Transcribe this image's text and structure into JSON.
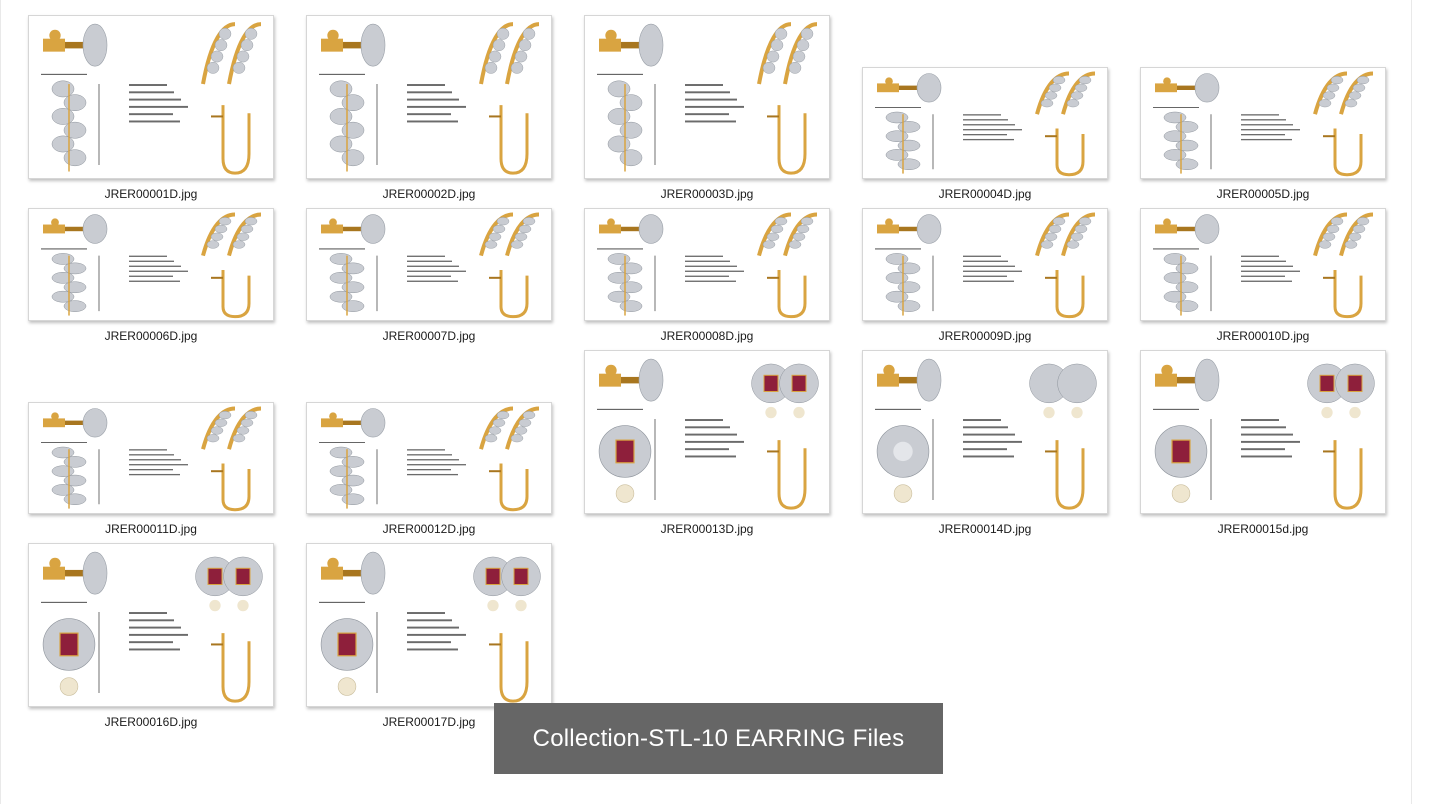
{
  "gallery": {
    "files": [
      {
        "name": "JRER00001D.jpg",
        "variant": "leaf"
      },
      {
        "name": "JRER00002D.jpg",
        "variant": "leaf"
      },
      {
        "name": "JRER00003D.jpg",
        "variant": "leaf"
      },
      {
        "name": "JRER00004D.jpg",
        "variant": "leaf"
      },
      {
        "name": "JRER00005D.jpg",
        "variant": "leaf"
      },
      {
        "name": "JRER00006D.jpg",
        "variant": "leaf"
      },
      {
        "name": "JRER00007D.jpg",
        "variant": "leaf"
      },
      {
        "name": "JRER00008D.jpg",
        "variant": "leaf"
      },
      {
        "name": "JRER00009D.jpg",
        "variant": "leaf"
      },
      {
        "name": "JRER00010D.jpg",
        "variant": "leaf"
      },
      {
        "name": "JRER00011D.jpg",
        "variant": "leaf"
      },
      {
        "name": "JRER00012D.jpg",
        "variant": "leaf"
      },
      {
        "name": "JRER00013D.jpg",
        "variant": "ruby-drop"
      },
      {
        "name": "JRER00014D.jpg",
        "variant": "pearl-drop"
      },
      {
        "name": "JRER00015d.jpg",
        "variant": "ruby-drop"
      },
      {
        "name": "JRER00016D.jpg",
        "variant": "ruby-drop"
      },
      {
        "name": "JRER00017D.jpg",
        "variant": "ruby-drop"
      }
    ]
  },
  "banner": {
    "text": "Collection-STL-10 EARRING Files"
  },
  "colors": {
    "gold": "#d9a441",
    "gold_dark": "#a8761f",
    "diamond": "#c9ccd2",
    "ruby": "#8e1f3b",
    "pearl": "#efe6cf",
    "banner_bg": "#666666"
  }
}
